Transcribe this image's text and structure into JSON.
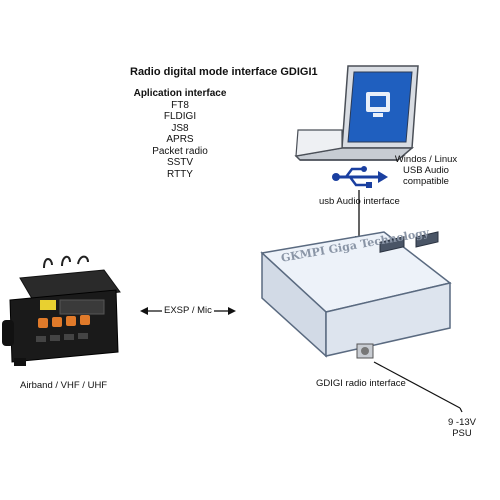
{
  "diagram": {
    "title": "Radio digital mode interface GDIGI1",
    "applications": {
      "heading": "Aplication interface",
      "items": [
        "FT8",
        "FLDIGI",
        "JS8",
        "APRS",
        "Packet radio",
        "SSTV",
        "RTTY"
      ]
    },
    "computer": {
      "label_lines": [
        "Windos / Linux",
        "USB Audio",
        "compatible"
      ]
    },
    "usb_link": {
      "label": "usb Audio interface"
    },
    "radio": {
      "label": "Airband / VHF / UHF"
    },
    "radio_link": {
      "label": "EXSP / Mic"
    },
    "interface_box": {
      "label": "GDIGI radio interface",
      "top_text": "GKMPI Giga Technology"
    },
    "power": {
      "label_lines": [
        "9 -13V",
        "PSU"
      ]
    },
    "colors": {
      "screen_blue": "#1f5fbf",
      "box_fill": "#e8eef7",
      "box_edge": "#5a6a80",
      "usb_symbol": "#1a3fa0",
      "radio_body": "#1a1a1a",
      "radio_buttons": "#e07a2a"
    }
  }
}
